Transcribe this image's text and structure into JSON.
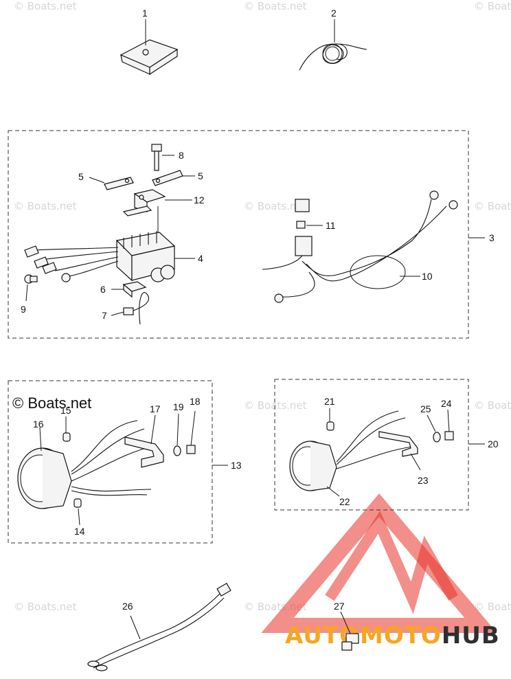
{
  "watermark": {
    "text": "© Boats.net",
    "main_text": "© Boats.net"
  },
  "brand": {
    "part1": "AUTO",
    "part2": "MOTO",
    "part3": "HUB",
    "colors": {
      "auto": "#f5a623",
      "moto": "#f5a623",
      "hub": "#2f2f2f",
      "logo": "#e8332a"
    }
  },
  "callouts": [
    "1",
    "2",
    "3",
    "4",
    "5",
    "5",
    "6",
    "7",
    "8",
    "9",
    "10",
    "11",
    "12",
    "13",
    "14",
    "15",
    "16",
    "17",
    "18",
    "19",
    "20",
    "21",
    "22",
    "23",
    "24",
    "25",
    "26",
    "27"
  ]
}
